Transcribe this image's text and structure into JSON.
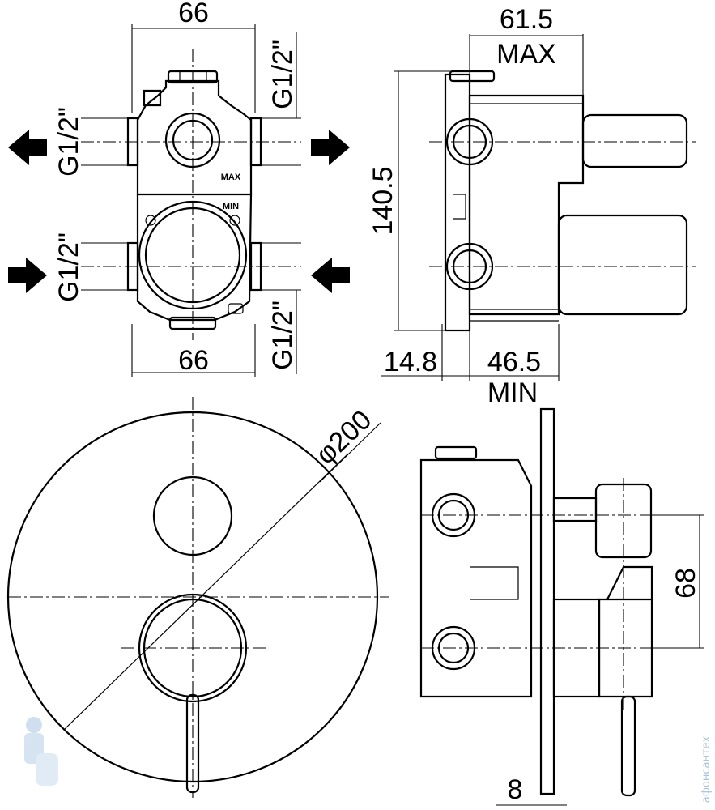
{
  "front_view": {
    "width_top": "66",
    "width_bottom": "66",
    "thread_left_top": "G1/2\"",
    "thread_right_top": "G1/2\"",
    "thread_left_bottom": "G1/2\"",
    "thread_right_bottom": "G1/2\"",
    "label_max": "MAX",
    "label_min": "MIN",
    "arrows": {
      "top_left": "outlet-arrow-left",
      "top_right": "outlet-arrow-right",
      "bottom_left": "inlet-arrow-right",
      "bottom_right": "inlet-arrow-left"
    }
  },
  "side_view": {
    "depth_max_value": "61.5",
    "depth_max_label": "MAX",
    "height": "140.5",
    "offset": "14.8",
    "depth_min_value": "46.5",
    "depth_min_label": "MIN"
  },
  "plate_view": {
    "diameter": "φ200"
  },
  "assembly_view": {
    "handle_spacing": "68",
    "plate_thickness": "8"
  },
  "watermark": {
    "text": "афонсантех"
  }
}
